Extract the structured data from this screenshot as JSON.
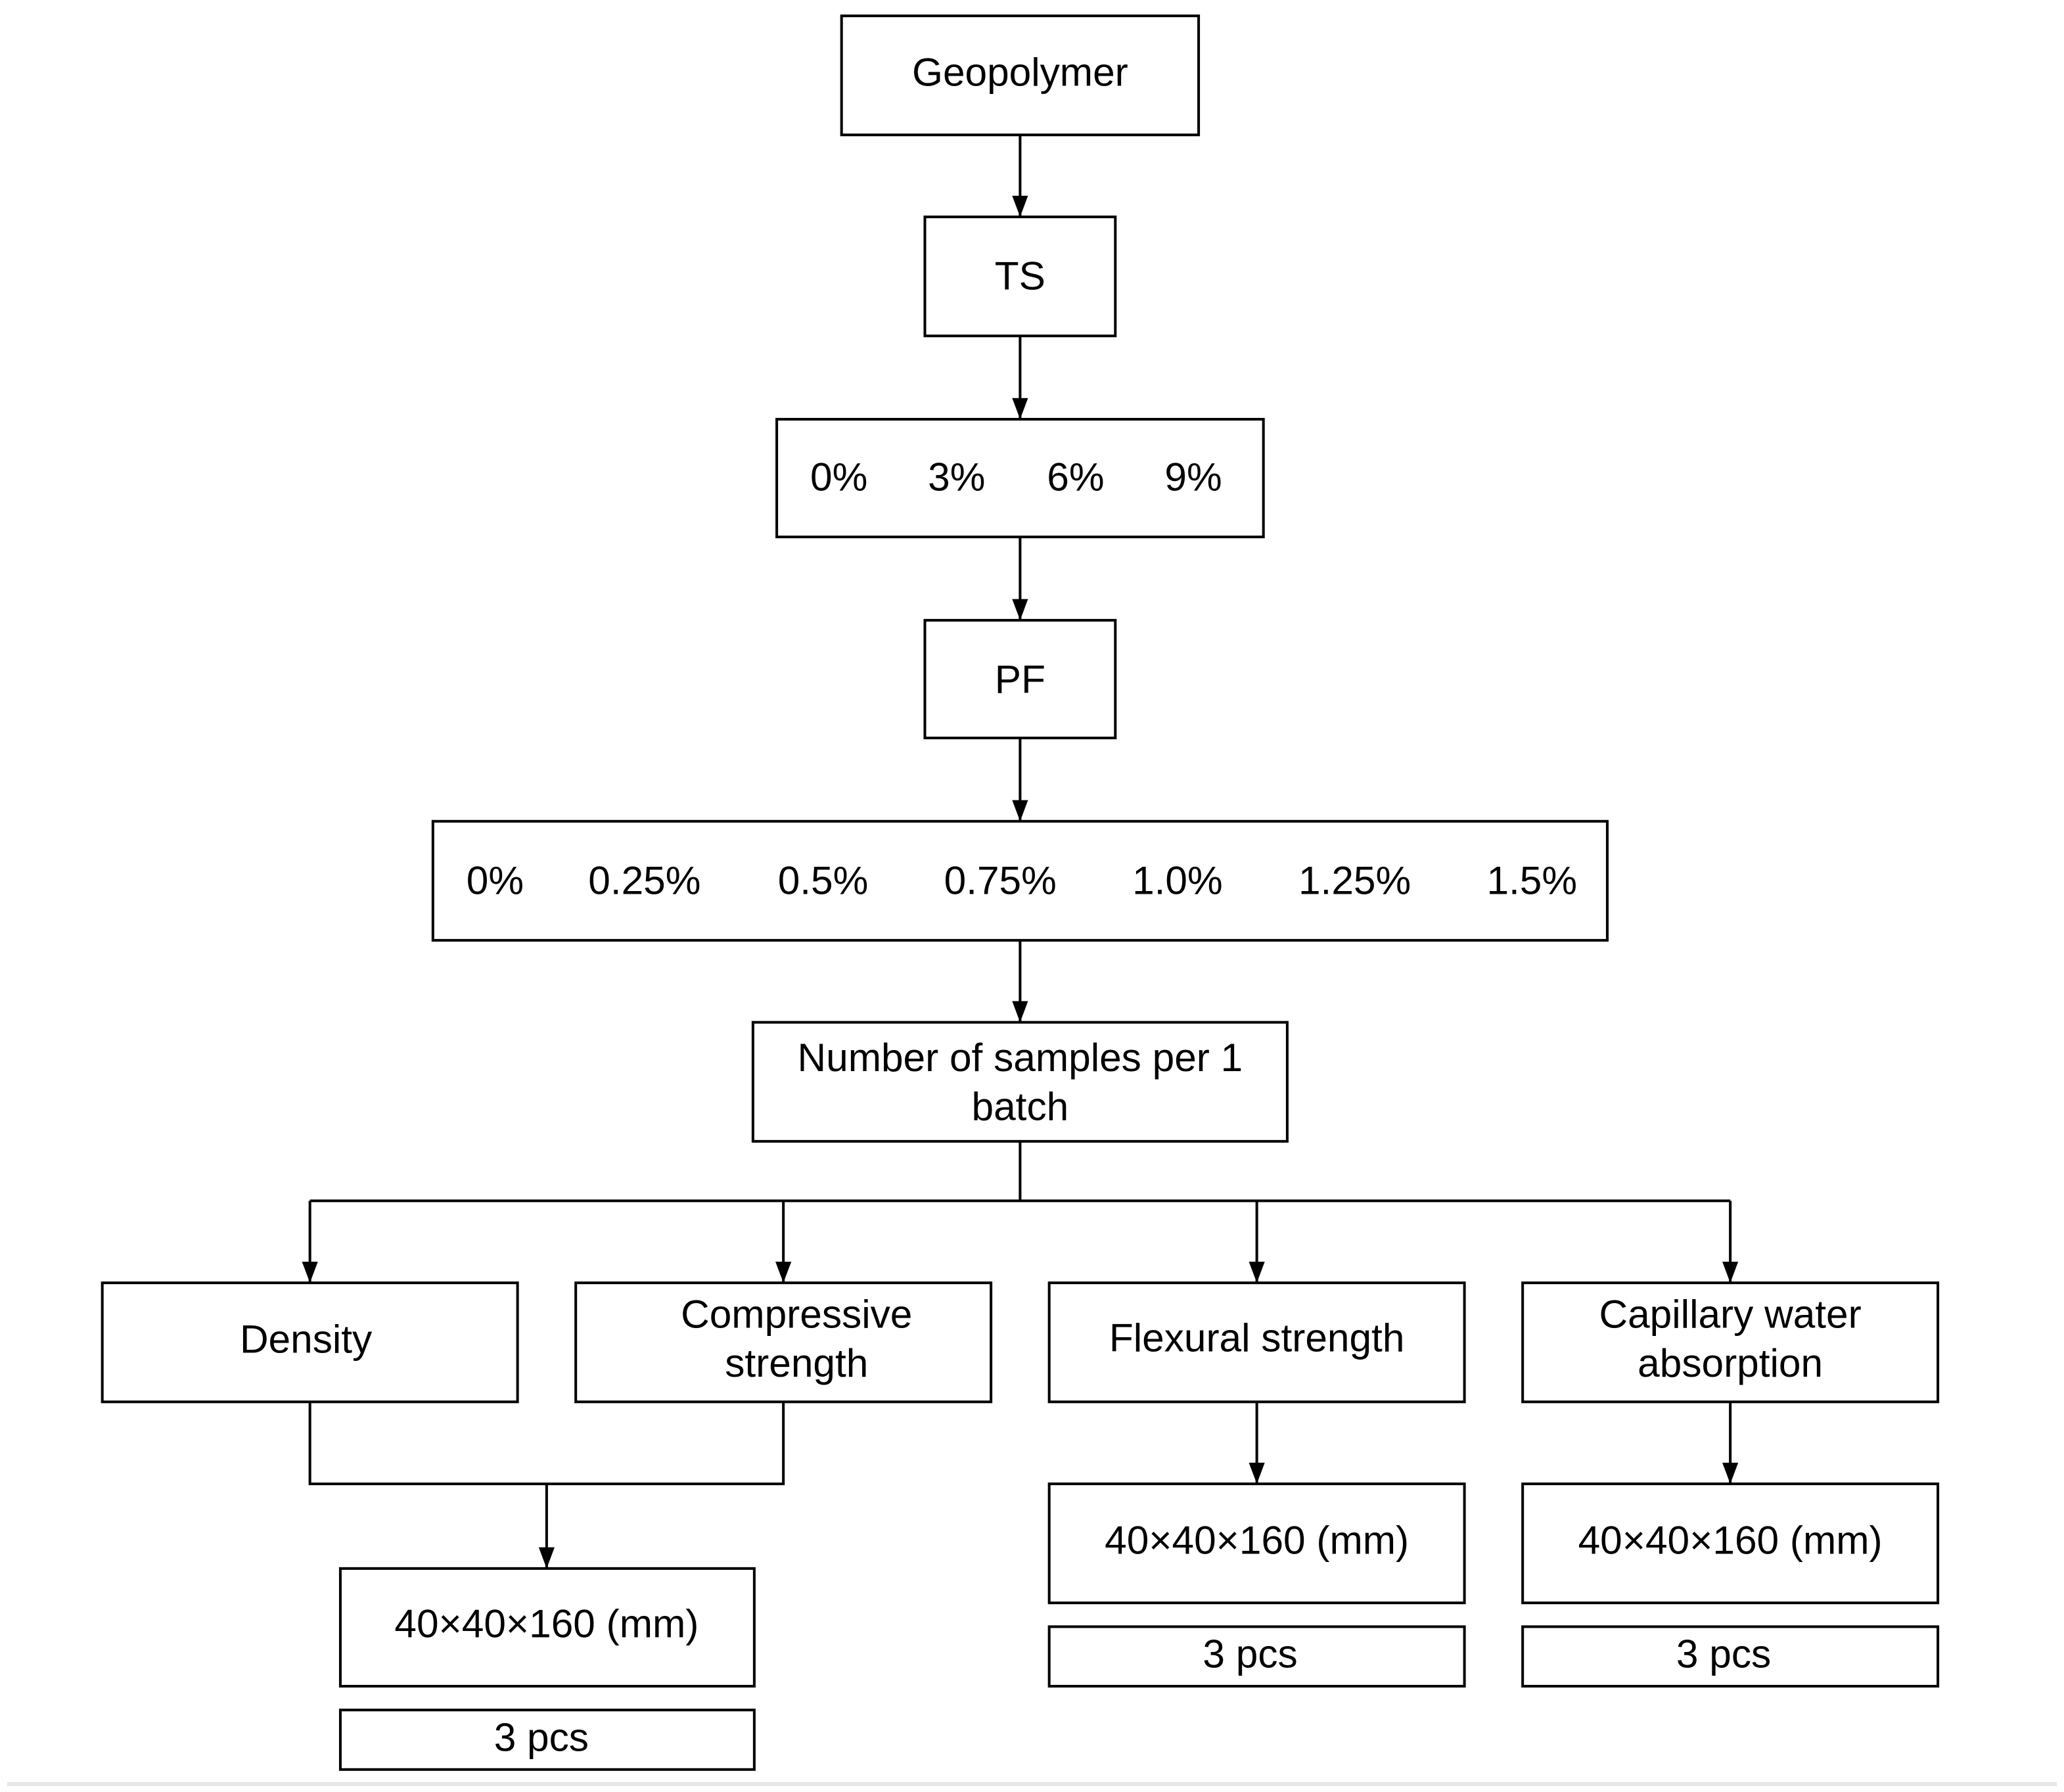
{
  "nodes": {
    "geopolymer": "Geopolymer",
    "ts": "TS",
    "ts_levels": [
      "0%",
      "3%",
      "6%",
      "9%"
    ],
    "pf": "PF",
    "pf_levels": [
      "0%",
      "0.25%",
      "0.5%",
      "0.75%",
      "1.0%",
      "1.25%",
      "1.5%"
    ],
    "samples": [
      "Number of samples per 1",
      "batch"
    ],
    "tests": {
      "density": "Density",
      "compressive": [
        "Compressive",
        "strength"
      ],
      "flexural": "Flexural strength",
      "capillary": [
        "Capillary water",
        "absorption"
      ]
    },
    "specimens": [
      {
        "size": "40×40×160 (mm)",
        "count": "3 pcs"
      },
      {
        "size": "40×40×160 (mm)",
        "count": "3 pcs"
      },
      {
        "size": "40×40×160 (mm)",
        "count": "3 pcs"
      }
    ]
  }
}
